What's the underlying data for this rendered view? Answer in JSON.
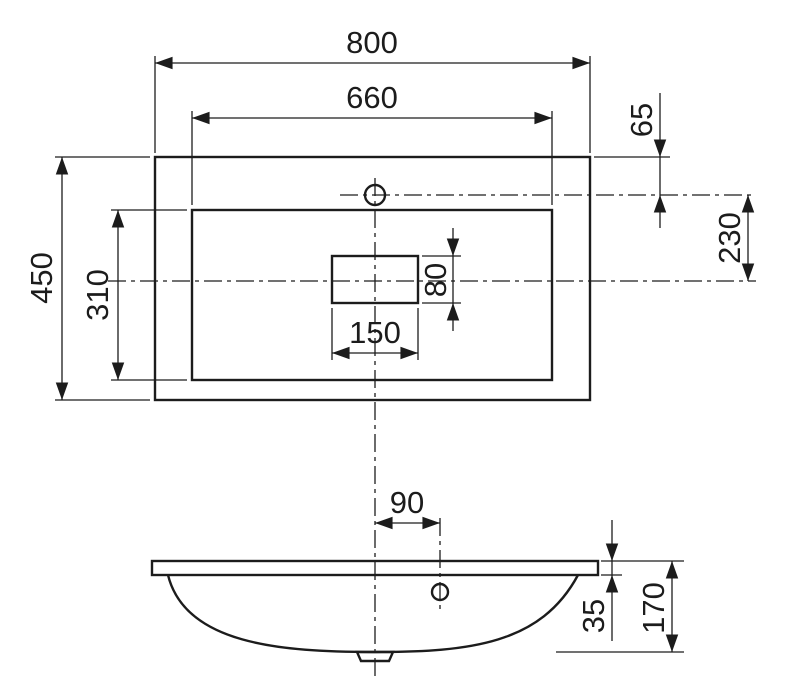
{
  "drawing": {
    "kind": "washbasin-technical-drawing",
    "line_color": "#1c1c1c",
    "background_color": "#ffffff"
  },
  "dimensions": {
    "top_view": {
      "overall_width": "800",
      "basin_width": "660",
      "overall_depth": "450",
      "basin_depth": "310",
      "faucet_offset": "65",
      "faucet_to_drain": "230",
      "drain_width": "150",
      "drain_height": "80"
    },
    "front_view": {
      "hole_offset": "90",
      "rim_depth": "35",
      "total_depth": "170"
    }
  }
}
